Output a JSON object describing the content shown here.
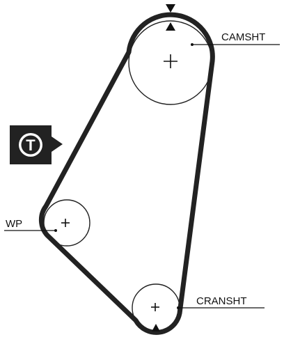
{
  "labels": {
    "camshaft": "CAMSHT",
    "water_pump": "WP",
    "crankshaft": "CRANSHT"
  },
  "tensioner_symbol": "T",
  "icons": {
    "tensioner": "tensioner-icon",
    "timing_mark_top": "timing-mark-top-icon",
    "timing_mark_bottom": "timing-mark-bottom-icon"
  },
  "colors": {
    "belt": "#222222",
    "line": "#111111",
    "background": "#ffffff"
  }
}
